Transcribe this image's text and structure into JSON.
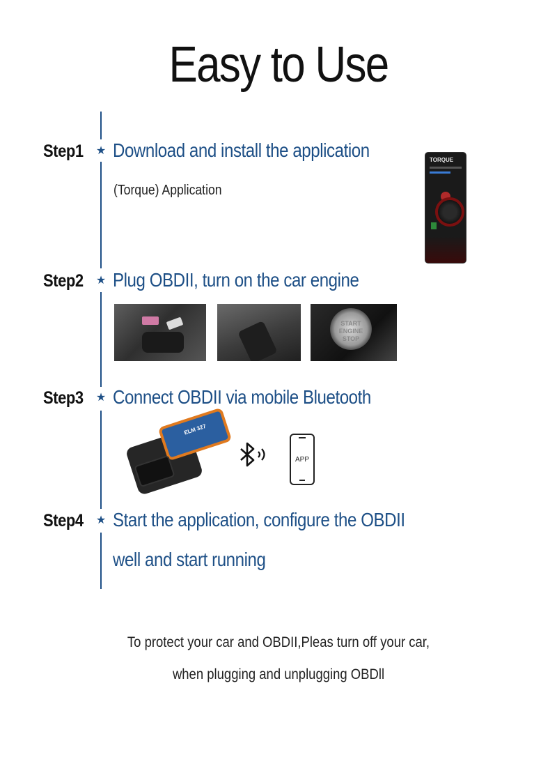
{
  "title": "Easy to Use",
  "colors": {
    "accent": "#1d4f86",
    "text": "#111111"
  },
  "steps": [
    {
      "label": "Step1",
      "star": "★",
      "text": "Download and install the application",
      "subtext": "(Torque) Application"
    },
    {
      "label": "Step2",
      "star": "★",
      "text": "Plug OBDII, turn on the car engine"
    },
    {
      "label": "Step3",
      "star": "★",
      "text": "Connect OBDII via mobile Bluetooth"
    },
    {
      "label": "Step4",
      "star": "★",
      "text": "Start the application, configure the OBDII",
      "text2": "well and start running"
    }
  ],
  "app_thumbnail": {
    "name": "TORQUE"
  },
  "start_button": {
    "line1": "START",
    "line2": "ENGINE",
    "line3": "STOP"
  },
  "obd_device": {
    "label": "ELM 327"
  },
  "phone_graphic": {
    "label": "APP"
  },
  "note": {
    "line1": "To protect your car and OBDII,Pleas turn off your car,",
    "line2": "when plugging and unplugging OBDll"
  },
  "icons": [
    "bluetooth-icon",
    "phone-icon",
    "star-icon"
  ]
}
